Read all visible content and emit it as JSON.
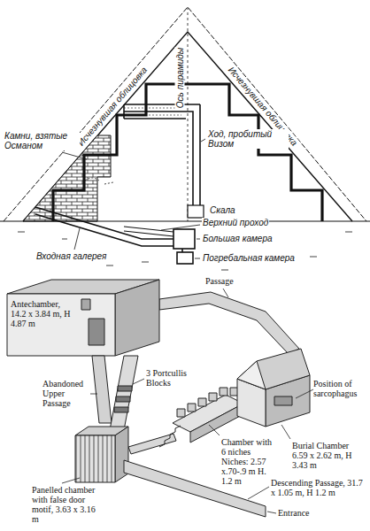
{
  "diagram": {
    "labels": [
      "Исчезнувшая облицовка",
      "Ось пирамиды",
      "Исчезнувшая облицовка",
      "Камни, взятые Османом",
      "Ход, пробитый Визом",
      "Скала",
      "Верхний проход",
      "Входная галерея",
      "Большая камера",
      "Погребальная камера",
      "Antechamber, 14.2 x 3.84 m, H 4.87 m",
      "Passage",
      "Abandoned Upper Passage",
      "3 Portcullis Blocks",
      "Position of sarcophagus",
      "Chamber with 6 niches Niches: 2.57 x.70-.9 m H. 1.2 m",
      "Burial Chamber 6.59 x 2.62 m, H 3.43 m",
      "Panelled chamber with false door motif, 3.63 x 3.16 m",
      "Descending Passage, 31.7 x 1.05 m, H 1.2 m",
      "Entrance"
    ]
  }
}
